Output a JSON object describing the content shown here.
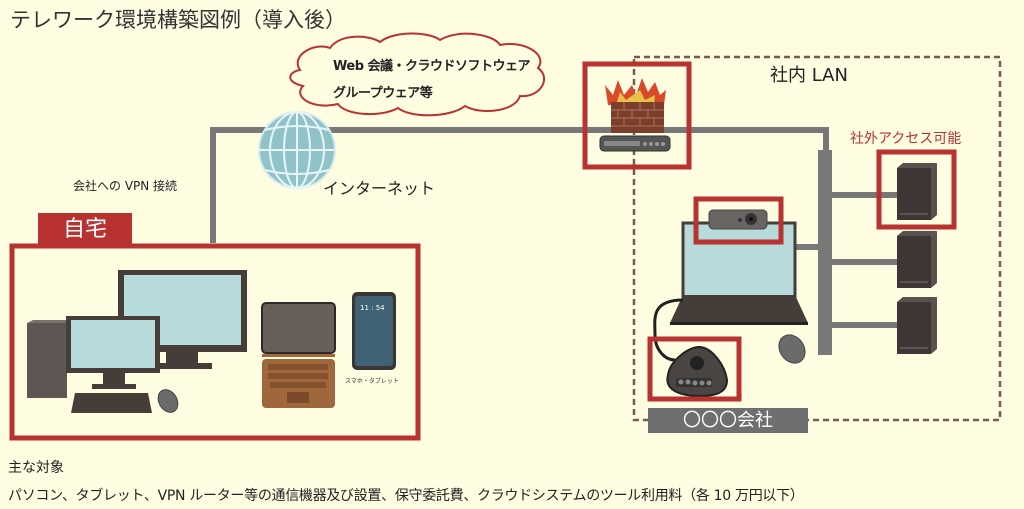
{
  "title": "テレワーク環境構築図例（導入後）",
  "cloud": {
    "line1": "Web 会議・クラウドソフトウェア",
    "line2": "グループウェア等"
  },
  "internet_label": "インターネット",
  "vpn_label": "会社への VPN 接続",
  "home": {
    "label": "自宅",
    "phone_time": "11 : 54",
    "phone_caption": "スマホ・タブレット"
  },
  "office": {
    "lan_label": "社内 LAN",
    "external_access_label": "社外アクセス可能",
    "company_label": "〇〇〇会社"
  },
  "footer": {
    "heading": "主な対象",
    "items": "パソコン、タブレット、VPN ルーター等の通信機器及び設置、保守委託費、クラウドシステムのツール利用料（各 10 万円以下）"
  },
  "colors": {
    "background": "#fefde1",
    "accent_red": "#b83230",
    "line_gray": "#777777",
    "device_dark": "#463d38"
  }
}
